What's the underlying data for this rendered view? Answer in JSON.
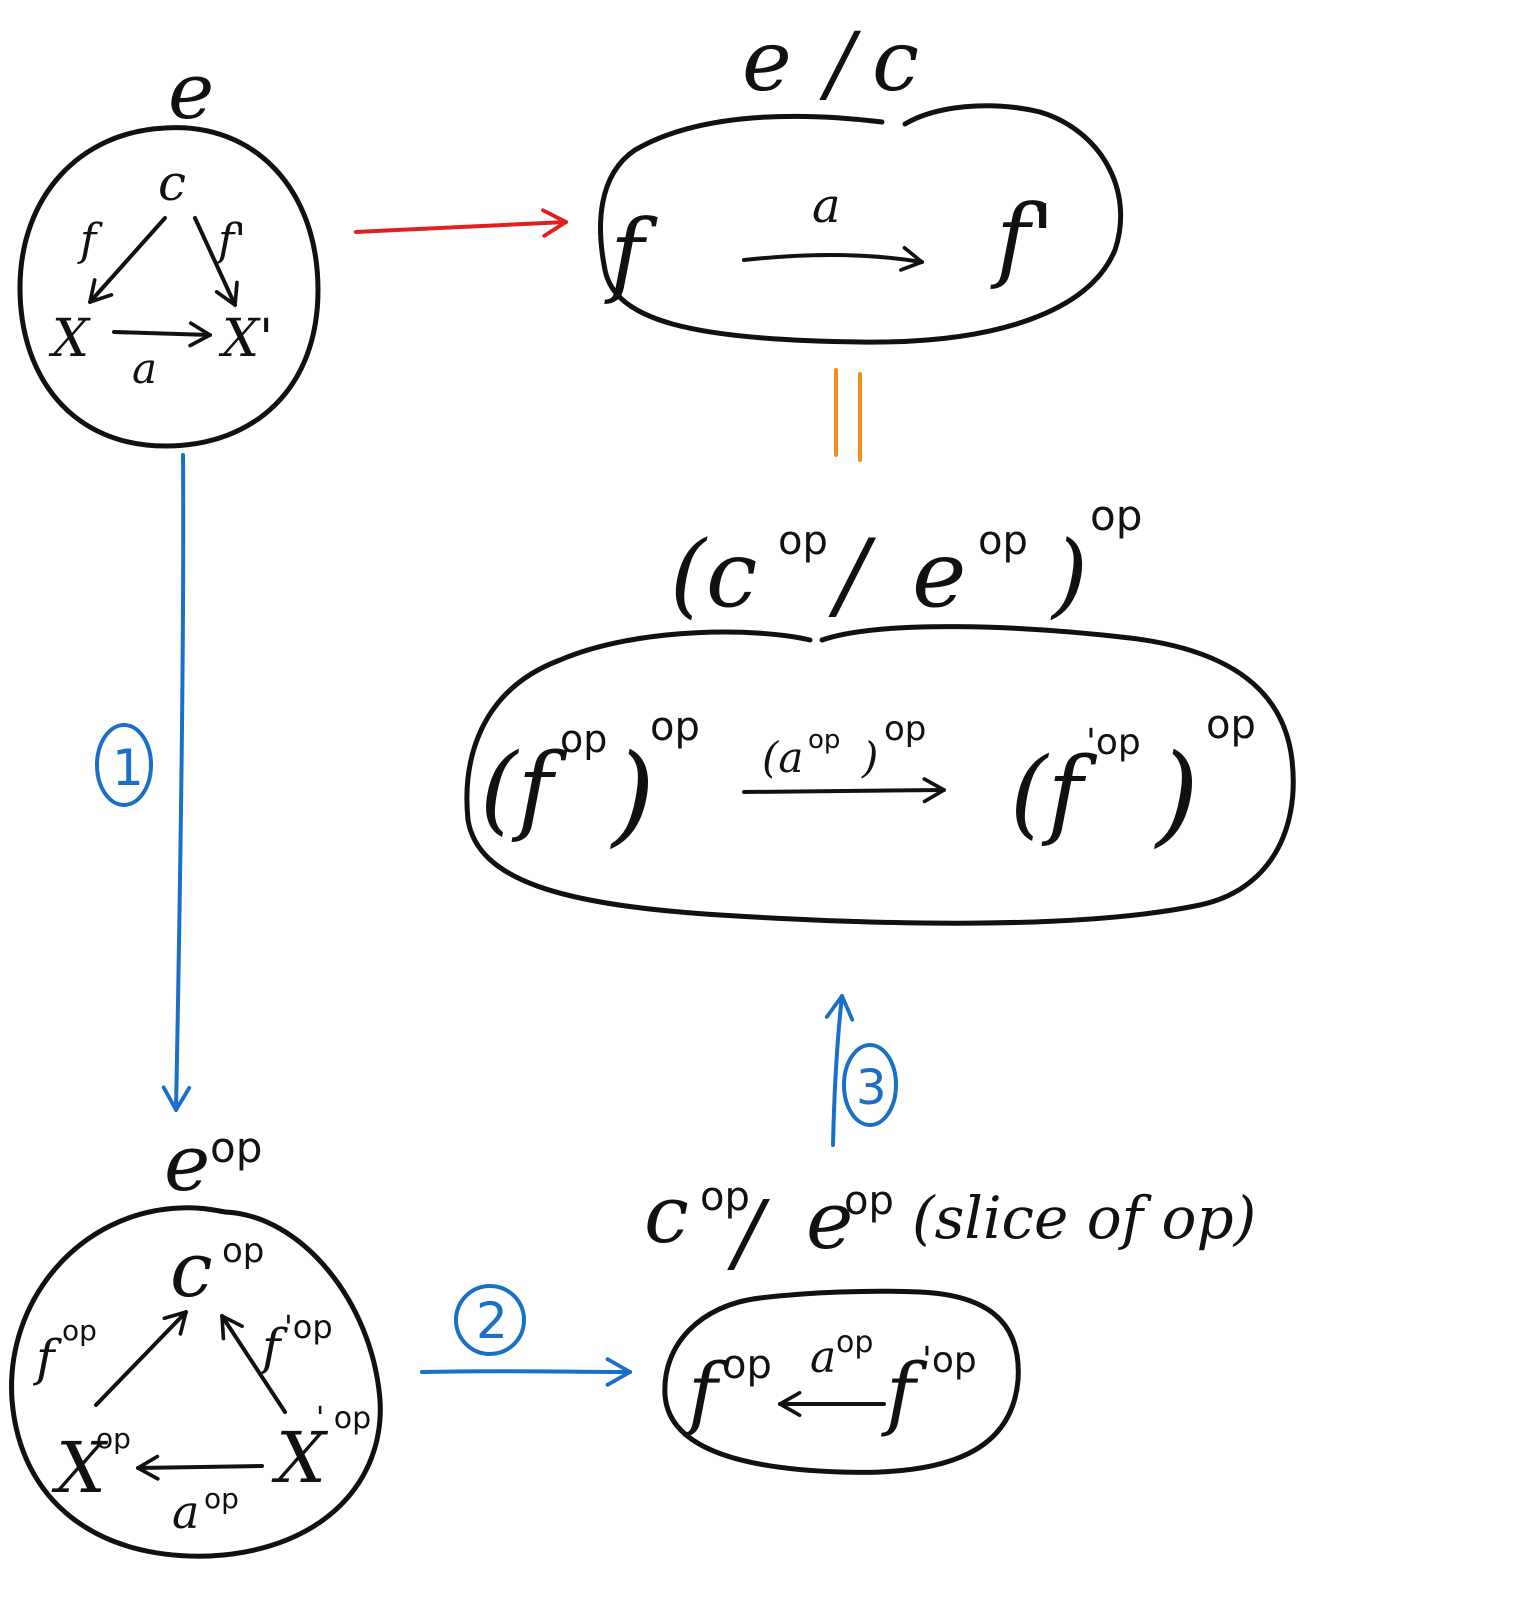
{
  "categories": {
    "C": {
      "name_letter": "e",
      "apex": "c",
      "left_arrow": "f",
      "right_arrow": "f'",
      "left_node": "X",
      "right_node": "X'",
      "bottom_arrow": "a"
    },
    "slice": {
      "name_left": "e",
      "name_sep": "/",
      "name_right": "c",
      "source": "f",
      "arrow": "a",
      "target": "f'"
    },
    "op_slice_op": {
      "name_base_open": "(c",
      "name_op1": "op",
      "name_sep": "/",
      "name_letter": "e",
      "name_op2": "op",
      "name_close": ")",
      "name_op3": "op",
      "source_base": "(f",
      "source_op_inner": "op",
      "source_close": ")",
      "source_op_outer": "op",
      "arrow_label": "(a",
      "arrow_label_op_inner": "op",
      "arrow_label_close": ")",
      "arrow_label_op_outer": "op",
      "target_base": "(f",
      "target_op_inner": "'op",
      "target_close": ")",
      "target_op_outer": "op"
    },
    "C_op": {
      "name_letter": "e",
      "name_op": "op",
      "apex_base": "c",
      "apex_op": "op",
      "left_arrow_base": "f",
      "left_arrow_op": "op",
      "right_arrow_base": "f",
      "right_arrow_op": "'op",
      "left_node_base": "X",
      "left_node_op": "op",
      "right_node_base": "X",
      "right_node_op": "' op",
      "bottom_arrow_base": "a",
      "bottom_arrow_op": "op"
    },
    "slice_of_op": {
      "name_c": "c",
      "name_c_op": "op",
      "name_sep": "/",
      "name_e": "e",
      "name_e_op": "op",
      "name_note": "(slice of op)",
      "target_base": "f",
      "target_op": "op",
      "arrow_base": "a",
      "arrow_op": "op",
      "source_base": "f",
      "source_op": "'op"
    }
  },
  "steps": {
    "step1": "1",
    "step2": "2",
    "step3": "3"
  },
  "equality": "||",
  "colors": {
    "ink": "#111111",
    "steps": "#1a6fc8",
    "functor": "#e02020",
    "equality": "#f0901a"
  }
}
